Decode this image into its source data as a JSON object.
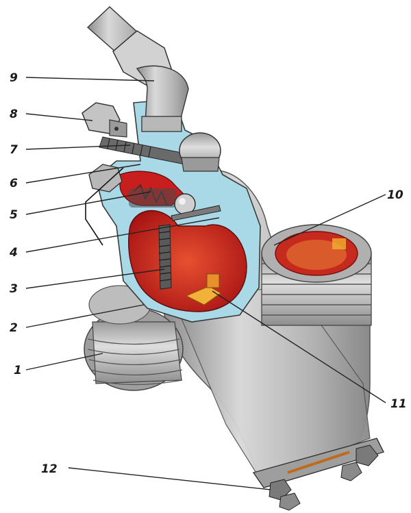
{
  "diagram": {
    "callouts": [
      {
        "id": "c1",
        "label": "1"
      },
      {
        "id": "c2",
        "label": "2"
      },
      {
        "id": "c3",
        "label": "3"
      },
      {
        "id": "c4",
        "label": "4"
      },
      {
        "id": "c5",
        "label": "5"
      },
      {
        "id": "c6",
        "label": "6"
      },
      {
        "id": "c7",
        "label": "7"
      },
      {
        "id": "c8",
        "label": "8"
      },
      {
        "id": "c9",
        "label": "9"
      },
      {
        "id": "c10",
        "label": "10"
      },
      {
        "id": "c11",
        "label": "11"
      },
      {
        "id": "c12",
        "label": "12"
      }
    ]
  },
  "colors": {
    "body_metal": "#b9b9b9",
    "section_blue": "#a9d9e6",
    "section_red": "#c81e1e",
    "outline": "#3a3a3a",
    "background": "#ffffff"
  }
}
